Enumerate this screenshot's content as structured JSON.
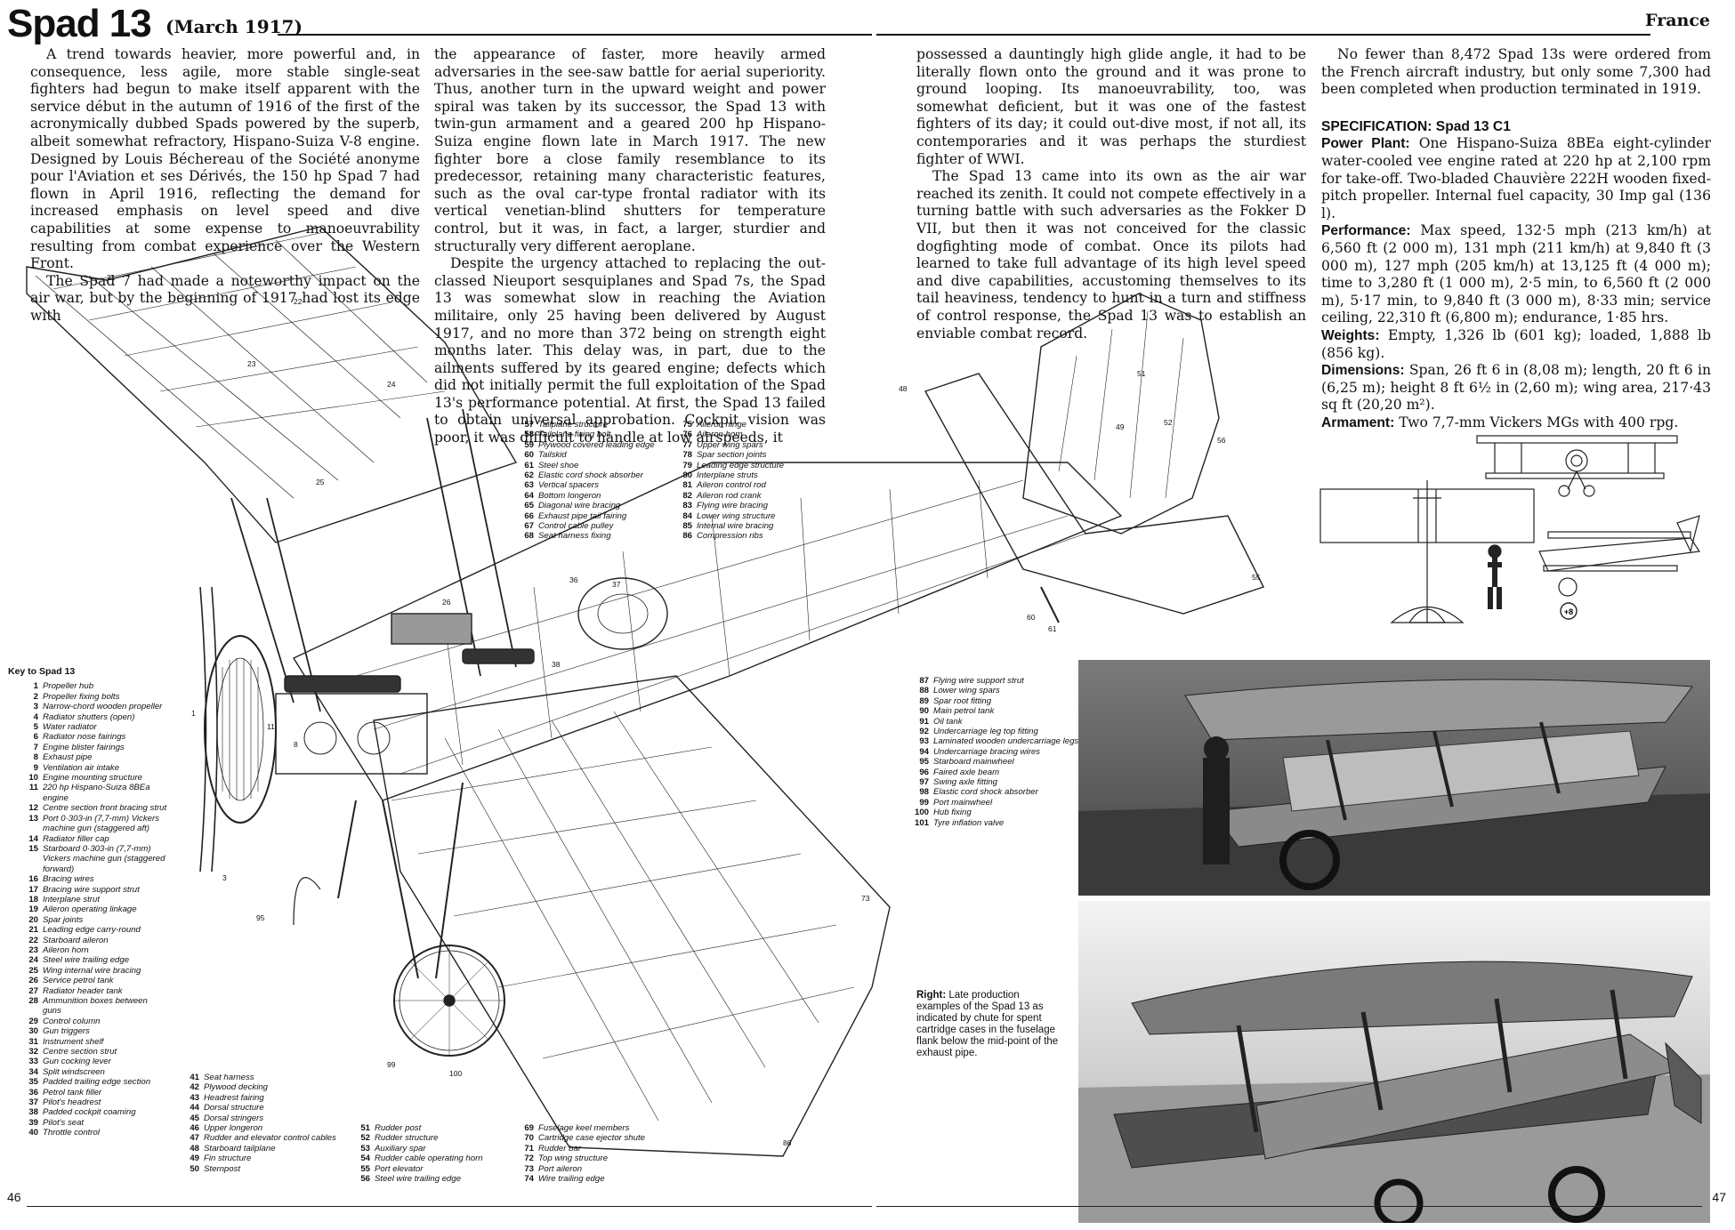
{
  "header": {
    "title": "Spad 13",
    "date": "(March 1917)",
    "country": "France"
  },
  "page_numbers": {
    "left": "46",
    "right": "47"
  },
  "article": {
    "col1": [
      "A trend towards heavier, more powerful and, in consequence, less agile, more stable single-seat fighters had begun to make itself apparent with the service début in the autumn of 1916 of the first of the acronymically dubbed Spads powered by the superb, albeit somewhat refractory, Hispano-Suiza V-8 engine. Designed by Louis Béchereau of the Société anonyme pour l'Aviation et ses Dérivés, the 150 hp Spad 7 had flown in April 1916, reflecting the demand for increased emphasis on level speed and dive capabilities at some expense to manoeuvrability resulting from combat experience over the Western Front.",
      "The Spad 7 had made a noteworthy impact on the air war, but by the beginning of 1917 had lost its edge with"
    ],
    "col2": [
      "the appearance of faster, more heavily armed adversaries in the see-saw battle for aerial superiority. Thus, another turn in the upward weight and power spiral was taken by its successor, the Spad 13 with twin-gun armament and a geared 200 hp Hispano-Suiza engine flown late in March 1917. The new fighter bore a close family resemblance to its predecessor, retaining many characteristic features, such as the oval car-type frontal radiator with its vertical venetian-blind shutters for temperature control, but it was, in fact, a larger, sturdier and structurally very different aeroplane.",
      "Despite the urgency attached to replacing the out-classed Nieuport sesquiplanes and Spad 7s, the Spad 13 was somewhat slow in reaching the Aviation militaire, only 25 having been delivered by August 1917, and no more than 372 being on strength eight months later. This delay was, in part, due to the ailments suffered by its geared engine; defects which did not initially permit the full exploitation of the Spad 13's performance potential. At first, the Spad 13 failed to obtain universal approbation. Cockpit vision was poor, it was difficult to handle at low airspeeds, it"
    ],
    "col3": [
      "possessed a dauntingly high glide angle, it had to be literally flown onto the ground and it was prone to ground looping. Its manoeuvrability, too, was somewhat deficient, but it was one of the fastest fighters of its day; it could out-dive most, if not all, its contemporaries and it was perhaps the sturdiest fighter of WWI.",
      "The Spad 13 came into its own as the air war reached its zenith. It could not compete effectively in a turning battle with such adversaries as the Fokker D VII, but then it was not conceived for the classic dogfighting mode of combat. Once its pilots had learned to take full advantage of its high level speed and dive capabilities, accustoming themselves to its tail heaviness, tendency to hunt in a turn and stiffness of control response, the Spad 13 was to establish an enviable combat record."
    ],
    "col4_intro": "No fewer than 8,472 Spad 13s were ordered from the French aircraft industry, but only some 7,300 had been completed when production terminated in 1919.",
    "spec_title": "SPECIFICATION: Spad 13 C1",
    "spec": [
      {
        "label": "Power Plant:",
        "text": "One Hispano-Suiza 8BEa eight-cylinder water-cooled vee engine rated at 220 hp at 2,100 rpm for take-off. Two-bladed Chauvière 222H wooden fixed-pitch propeller. Internal fuel capacity, 30 Imp gal (136 l)."
      },
      {
        "label": "Performance:",
        "text": "Max speed, 132·5 mph (213 km/h) at 6,560 ft (2 000 m), 131 mph (211 km/h) at 9,840 ft (3 000 m), 127 mph (205 km/h) at 13,125 ft (4 000 m); time to 3,280 ft (1 000 m), 2·5 min, to 6,560 ft (2 000 m), 5·17 min, to 9,840 ft (3 000 m), 8·33 min; service ceiling, 22,310 ft (6,800 m); endurance, 1·85 hrs."
      },
      {
        "label": "Weights:",
        "text": "Empty, 1,326 lb (601 kg); loaded, 1,888 lb (856 kg)."
      },
      {
        "label": "Dimensions:",
        "text": "Span, 26 ft 6 in (8,08 m); length, 20 ft 6 in (6,25 m); height 8 ft 6½ in (2,60 m); wing area, 217·43 sq ft (20,20 m²)."
      },
      {
        "label": "Armament:",
        "text": "Two 7,7-mm Vickers MGs with 400 rpg."
      }
    ]
  },
  "key_title": "Key to Spad 13",
  "key1": [
    [
      "1",
      "Propeller hub"
    ],
    [
      "2",
      "Propeller fixing bolts"
    ],
    [
      "3",
      "Narrow-chord wooden propeller"
    ],
    [
      "4",
      "Radiator shutters (open)"
    ],
    [
      "5",
      "Water radiator"
    ],
    [
      "6",
      "Radiator nose fairings"
    ],
    [
      "7",
      "Engine blister fairings"
    ],
    [
      "8",
      "Exhaust pipe"
    ],
    [
      "9",
      "Ventilation air intake"
    ],
    [
      "10",
      "Engine mounting structure"
    ],
    [
      "11",
      "220 hp Hispano-Suiza 8BEa engine"
    ],
    [
      "12",
      "Centre section front bracing strut"
    ],
    [
      "13",
      "Port 0·303-in (7,7-mm) Vickers machine gun (staggered aft)"
    ],
    [
      "14",
      "Radiator filler cap"
    ],
    [
      "15",
      "Starboard 0·303-in (7,7-mm) Vickers machine gun (staggered forward)"
    ],
    [
      "16",
      "Bracing wires"
    ],
    [
      "17",
      "Bracing wire support strut"
    ],
    [
      "18",
      "Interplane strut"
    ],
    [
      "19",
      "Aileron operating linkage"
    ],
    [
      "20",
      "Spar joints"
    ],
    [
      "21",
      "Leading edge carry-round"
    ],
    [
      "22",
      "Starboard aileron"
    ],
    [
      "23",
      "Aileron horn"
    ],
    [
      "24",
      "Steel wire trailing edge"
    ],
    [
      "25",
      "Wing internal wire bracing"
    ],
    [
      "26",
      "Service petrol tank"
    ],
    [
      "27",
      "Radiator header tank"
    ],
    [
      "28",
      "Ammunition boxes between guns"
    ],
    [
      "29",
      "Control column"
    ],
    [
      "30",
      "Gun triggers"
    ],
    [
      "31",
      "Instrument shelf"
    ],
    [
      "32",
      "Centre section strut"
    ],
    [
      "33",
      "Gun cocking lever"
    ],
    [
      "34",
      "Split windscreen"
    ],
    [
      "35",
      "Padded trailing edge section"
    ],
    [
      "36",
      "Petrol tank filler"
    ],
    [
      "37",
      "Pilot's headrest"
    ],
    [
      "38",
      "Padded cockpit coaming"
    ],
    [
      "39",
      "Pilot's seat"
    ],
    [
      "40",
      "Throttle control"
    ]
  ],
  "key2": [
    [
      "41",
      "Seat harness"
    ],
    [
      "42",
      "Plywood decking"
    ],
    [
      "43",
      "Headrest fairing"
    ],
    [
      "44",
      "Dorsal structure"
    ],
    [
      "45",
      "Dorsal stringers"
    ],
    [
      "46",
      "Upper longeron"
    ],
    [
      "47",
      "Rudder and elevator control cables"
    ],
    [
      "48",
      "Starboard tailplane"
    ],
    [
      "49",
      "Fin structure"
    ],
    [
      "50",
      "Sternpost"
    ]
  ],
  "key3": [
    [
      "51",
      "Rudder post"
    ],
    [
      "52",
      "Rudder structure"
    ],
    [
      "53",
      "Auxiliary spar"
    ],
    [
      "54",
      "Rudder cable operating horn"
    ],
    [
      "55",
      "Port elevator"
    ],
    [
      "56",
      "Steel wire trailing edge"
    ]
  ],
  "key4": [
    [
      "57",
      "Tailplane structure"
    ],
    [
      "58",
      "Tailplane fixing bolt"
    ],
    [
      "59",
      "Plywood covered leading edge"
    ],
    [
      "60",
      "Tailskid"
    ],
    [
      "61",
      "Steel shoe"
    ],
    [
      "62",
      "Elastic cord shock absorber"
    ],
    [
      "63",
      "Vertical spacers"
    ],
    [
      "64",
      "Bottom longeron"
    ],
    [
      "65",
      "Diagonal wire bracing"
    ],
    [
      "66",
      "Exhaust pipe tail fairing"
    ],
    [
      "67",
      "Control cable pulley"
    ],
    [
      "68",
      "Seat harness fixing"
    ]
  ],
  "key5": [
    [
      "69",
      "Fuselage keel members"
    ],
    [
      "70",
      "Cartridge case ejector shute"
    ],
    [
      "71",
      "Rudder bar"
    ],
    [
      "72",
      "Top wing structure"
    ],
    [
      "73",
      "Port aileron"
    ],
    [
      "74",
      "Wire trailing edge"
    ]
  ],
  "key6": [
    [
      "75",
      "Aileron hinge"
    ],
    [
      "76",
      "Aileron horn"
    ],
    [
      "77",
      "Upper wing spars"
    ],
    [
      "78",
      "Spar section joints"
    ],
    [
      "79",
      "Leading edge structure"
    ],
    [
      "80",
      "Interplane struts"
    ],
    [
      "81",
      "Aileron control rod"
    ],
    [
      "82",
      "Aileron rod crank"
    ],
    [
      "83",
      "Flying wire bracing"
    ],
    [
      "84",
      "Lower wing structure"
    ],
    [
      "85",
      "Internal wire bracing"
    ],
    [
      "86",
      "Compression ribs"
    ]
  ],
  "key7": [
    [
      "87",
      "Flying wire support strut"
    ],
    [
      "88",
      "Lower wing spars"
    ],
    [
      "89",
      "Spar root fitting"
    ],
    [
      "90",
      "Main petrol tank"
    ],
    [
      "91",
      "Oil tank"
    ],
    [
      "92",
      "Undercarriage leg top fitting"
    ],
    [
      "93",
      "Laminated wooden undercarriage legs"
    ],
    [
      "94",
      "Undercarriage bracing wires"
    ],
    [
      "95",
      "Starboard mainwheel"
    ],
    [
      "96",
      "Faired axle beam"
    ],
    [
      "97",
      "Swing axle fitting"
    ],
    [
      "98",
      "Elastic cord shock absorber"
    ],
    [
      "99",
      "Port mainwheel"
    ],
    [
      "100",
      "Hub fixing"
    ],
    [
      "101",
      "Tyre inflation valve"
    ]
  ],
  "caption": {
    "lead": "Right:",
    "text": " Late production examples of the Spad 13 as indicated by chute for spent cartridge cases in the fuselage flank below the mid-point of the exhaust pipe."
  },
  "scale_badge": "+8",
  "colors": {
    "ink": "#111111",
    "photo_dark": "#3a3a3a",
    "photo_sky": "#9a9a9a"
  }
}
